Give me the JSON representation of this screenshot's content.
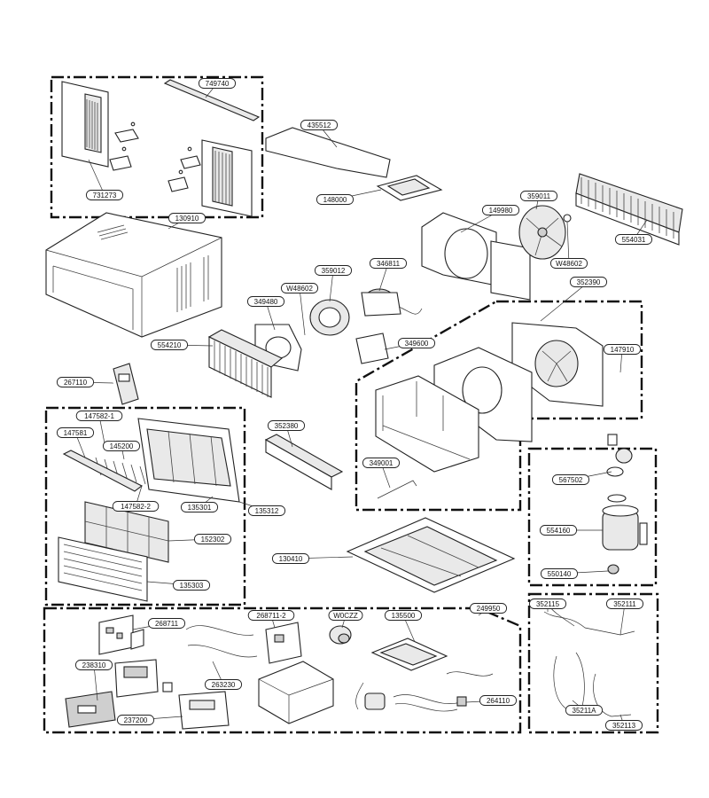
{
  "labels": {
    "749740": "749740",
    "731273": "731273",
    "435512": "435512",
    "148000": "148000",
    "130910": "130910",
    "149980": "149980",
    "359011": "359011",
    "554031": "554031",
    "w48602a": "W48602",
    "359012": "359012",
    "346811": "346811",
    "w48602b": "W48602",
    "352390": "352390",
    "349480": "349480",
    "554210": "554210",
    "349600": "349600",
    "147910": "147910",
    "267110": "267110",
    "147582_1": "147582-1",
    "147581": "147581",
    "145200": "145200",
    "352380": "352380",
    "349001": "349001",
    "135301": "135301",
    "135312": "135312",
    "147582_2": "147582-2",
    "567502": "567502",
    "152302": "152302",
    "554160": "554160",
    "130410": "130410",
    "135303": "135303",
    "550140": "550140",
    "268711": "268711",
    "268711_2": "268711-2",
    "w0czz": "W0CZZ",
    "135500": "135500",
    "249950": "249950",
    "352115": "352115",
    "352111": "352111",
    "263230": "263230",
    "238310": "238310",
    "264110": "264110",
    "352114": "35211A",
    "237200": "237200",
    "352113": "352113"
  }
}
